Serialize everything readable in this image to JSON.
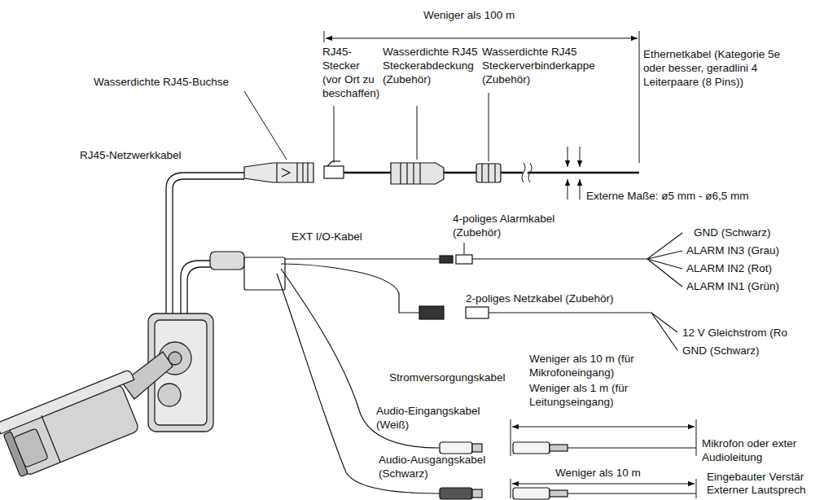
{
  "diagram": {
    "labels": [
      "Weniger als 100 m",
      "Wasserdichte RJ45-Buchse",
      "RJ45-Stecker (vor Ort zu beschaffen)",
      "Wasserdichte RJ45 Steckerabdeckung (Zubehör)",
      "Wasserdichte RJ45 Steckerverbinderkappe (Zubehör)",
      "Ethernetkabel (Kategorie 5e oder besser, geradlini 4 Leiterpaare (8 Pins))",
      "Externe Maße: ø5 mm - ø6,5 mm",
      "RJ45-Netzwerkkabel",
      "EXT I/O-Kabel",
      "4-poliges Alarmkabel (Zubehör)",
      "GND (Schwarz)",
      "ALARM IN3 (Grau)",
      "ALARM IN2 (Rot)",
      "ALARM IN1 (Grün)",
      "2-poliges Netzkabel (Zubehör)",
      "12 V Gleichstrom (Ro",
      "GND (Schwarz)",
      "Stromversorgungskabel",
      "Weniger als 10 m (für Mikrofoneingang)",
      "Weniger als 1 m (für Leitungseingang)",
      "Audio-Eingangskabel (Weiß)",
      "Audio-Ausgangskabel (Schwarz)",
      "Mikrofon oder exter Audioleitung",
      "Weniger als 10 m",
      "Eingebauter Verstär Externer Lautsprech"
    ]
  }
}
